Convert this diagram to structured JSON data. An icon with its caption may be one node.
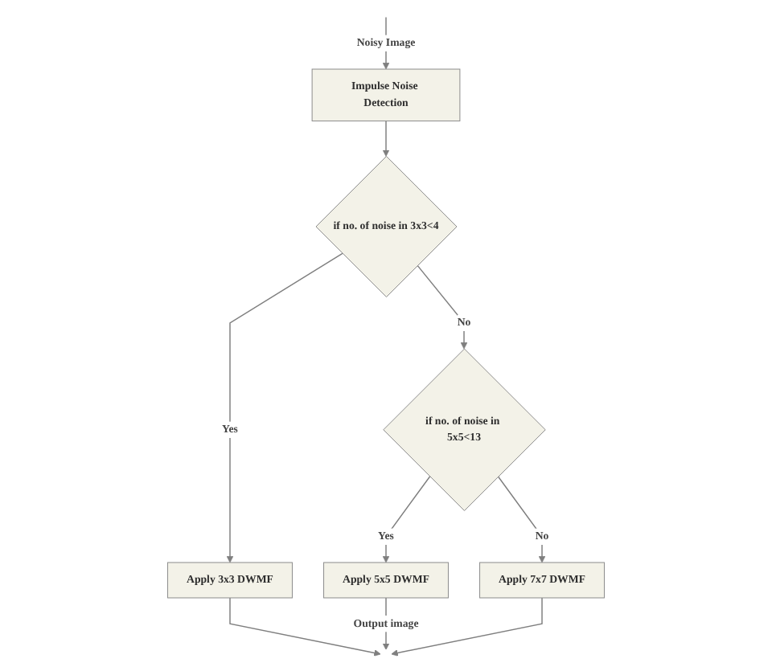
{
  "diagram": {
    "nodes": [
      {
        "text": [
          "Impulse Noise Detection"
        ]
      },
      {
        "text": [
          "if no. of noise in 3x3<4"
        ]
      },
      {
        "text": [
          "Apply 3x3 DWMF"
        ]
      },
      {
        "text": [
          "if no. of noise in 5x5<13"
        ]
      },
      {
        "text": [
          "Apply 5x5 DWMF"
        ]
      },
      {
        "text": [
          "Apply 7x7 DWMF"
        ]
      }
    ],
    "edges": [
      {
        "from": null,
        "to": 0,
        "arrow": "to",
        "label": "Noisy Image"
      },
      {
        "from": 0,
        "to": 1,
        "arrow": "to"
      },
      {
        "from": 1,
        "to": 2,
        "arrow": "to",
        "label": "Yes"
      },
      {
        "from": 1,
        "to": 3,
        "arrow": "to",
        "label": "No"
      },
      {
        "from": 3,
        "to": 4,
        "arrow": "to",
        "label": "Yes"
      },
      {
        "from": 3,
        "to": 5,
        "arrow": "to",
        "label": "No"
      },
      {
        "from": 2,
        "to": null,
        "arrow": "to"
      },
      {
        "from": 4,
        "to": null,
        "arrow": "to",
        "label": "Output image"
      },
      {
        "from": 5,
        "to": null,
        "arrow": "to"
      }
    ]
  }
}
